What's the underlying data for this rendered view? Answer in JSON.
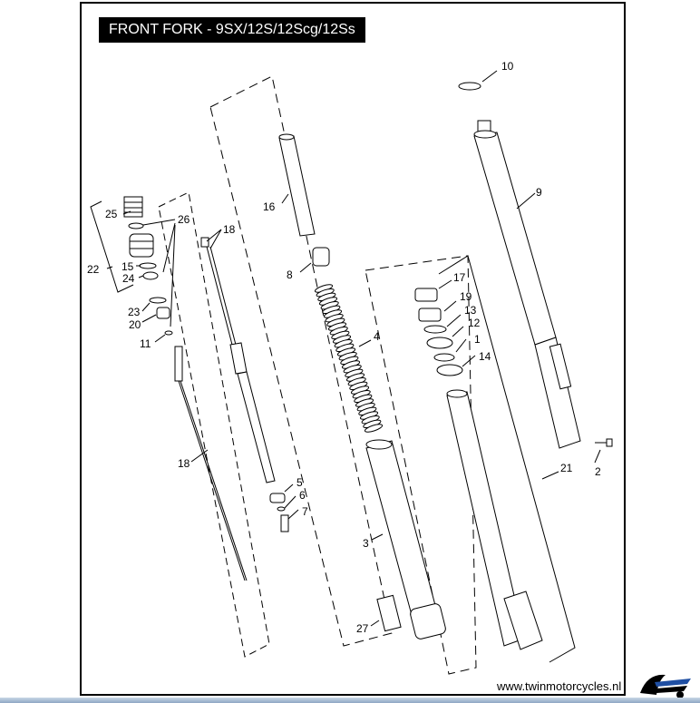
{
  "title": "FRONT FORK - 9SX/12S/12Scg/12Ss",
  "watermark": "www.twinmotorcycles.nl",
  "callouts": {
    "c1": "1",
    "c2": "2",
    "c3": "3",
    "c4": "4",
    "c5": "5",
    "c6": "6",
    "c7": "7",
    "c8": "8",
    "c9": "9",
    "c10": "10",
    "c11": "11",
    "c12": "12",
    "c13": "13",
    "c14": "14",
    "c15": "15",
    "c16": "16",
    "c17": "17",
    "c18a": "18",
    "c18b": "18",
    "c19": "19",
    "c20": "20",
    "c21": "21",
    "c22": "22",
    "c23": "23",
    "c24": "24",
    "c25": "25",
    "c26": "26",
    "c27": "27"
  },
  "colors": {
    "line": "#000000",
    "part_fill": "#ffffff",
    "shade": "#d9d9d9",
    "title_bg": "#000000",
    "title_fg": "#ffffff"
  }
}
